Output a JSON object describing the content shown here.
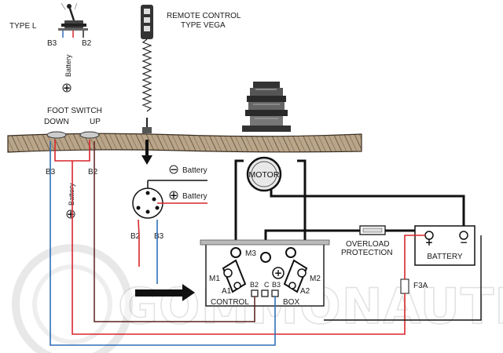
{
  "labels": {
    "switch_type": "TYPE L",
    "switch_b3": "B3",
    "switch_b2": "B2",
    "switch_battery": "Battery",
    "plus": "+",
    "minus": "−",
    "remote_line1": "REMOTE CONTROL",
    "remote_line2": "TYPE VEGA",
    "foot_switch": "FOOT SWITCH",
    "down": "DOWN",
    "up": "UP",
    "foot_b3": "B3",
    "foot_b2": "B2",
    "foot_battery": "Battery",
    "connector_battery_neg": "Battery",
    "connector_battery_pos": "Battery",
    "connector_b2": "B2",
    "connector_b3": "B3",
    "motor": "MOTOR",
    "m1": "M1",
    "m2": "M2",
    "m3": "M3",
    "a1": "A1",
    "a2": "A2",
    "terminals_b2": "B2",
    "terminals_c": "C",
    "terminals_b3": "B3",
    "control": "CONTROL",
    "box": "BOX",
    "overload_line1": "OVERLOAD",
    "overload_line2": "PROTECTION",
    "battery": "BATTERY",
    "fuse": "F3A",
    "watermark": "GOMMONAUTI.IT"
  },
  "colors": {
    "red_wire": "#d8262b",
    "blue_wire": "#2f6fb8",
    "black_wire": "#111111",
    "deck": "#7a6650"
  }
}
